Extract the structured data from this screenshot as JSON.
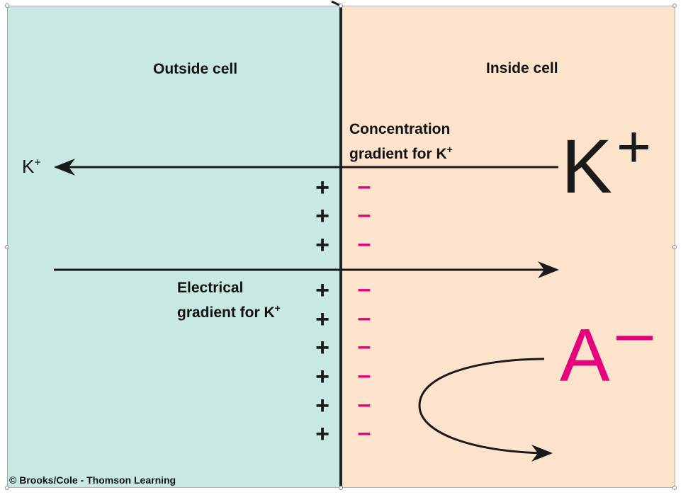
{
  "labels": {
    "outside": "Outside cell",
    "inside": "Inside cell",
    "k_left": "K",
    "k_left_sup": "+",
    "conc_line1": "Concentration",
    "conc_line2": "gradient for K",
    "conc_sup": "+",
    "elec_line1": "Electrical",
    "elec_line2": "gradient for K",
    "elec_sup": "+",
    "k_big": "K",
    "k_big_sup": "+",
    "a_big": "A",
    "a_big_sup": "–",
    "copyright": "© Brooks/Cole - Thomson Learning"
  },
  "charges": {
    "plus": [
      "+",
      "+",
      "+",
      "+",
      "+",
      "+",
      "+",
      "+",
      "+"
    ],
    "minus": [
      "–",
      "–",
      "–",
      "–",
      "–",
      "–",
      "–",
      "–",
      "–"
    ]
  },
  "colors": {
    "outside_bg": "#c8e8e4",
    "inside_bg": "#fde3cc",
    "anion": "#e6007e",
    "ink": "#1a1a1a"
  }
}
